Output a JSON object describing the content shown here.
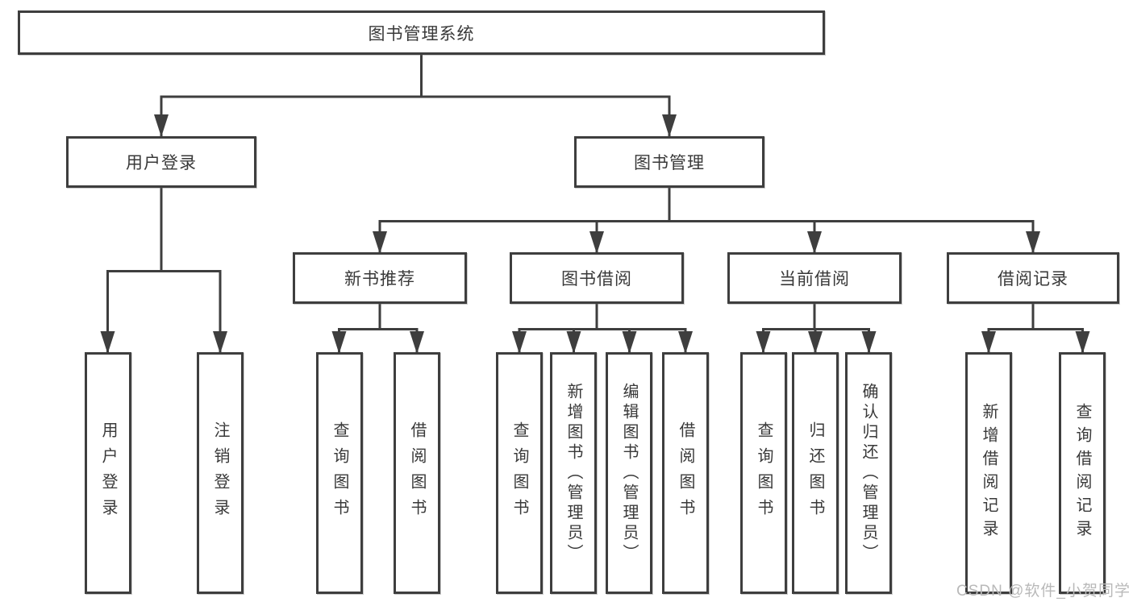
{
  "diagram": {
    "root": {
      "label": "图书管理系统",
      "children": [
        {
          "label": "用户登录",
          "children": [
            {
              "label": "用户登录"
            },
            {
              "label": "注销登录"
            }
          ]
        },
        {
          "label": "图书管理",
          "children": [
            {
              "label": "新书推荐",
              "children": [
                {
                  "label": "查询图书"
                },
                {
                  "label": "借阅图书"
                }
              ]
            },
            {
              "label": "图书借阅",
              "children": [
                {
                  "label": "查询图书"
                },
                {
                  "label": "新增图书（管理员）"
                },
                {
                  "label": "编辑图书（管理员）"
                },
                {
                  "label": "借阅图书"
                }
              ]
            },
            {
              "label": "当前借阅",
              "children": [
                {
                  "label": "查询图书"
                },
                {
                  "label": "归还图书"
                },
                {
                  "label": "确认归还（管理员）"
                }
              ]
            },
            {
              "label": "借阅记录",
              "children": [
                {
                  "label": "新增借阅记录"
                },
                {
                  "label": "查询借阅记录"
                }
              ]
            }
          ]
        }
      ]
    },
    "watermark": "CSDN @软件_小贺同学",
    "colors": {
      "line": "#3e3e3e",
      "text": "#393939",
      "watermark": "#b9b9b9",
      "background": "#ffffff"
    }
  }
}
